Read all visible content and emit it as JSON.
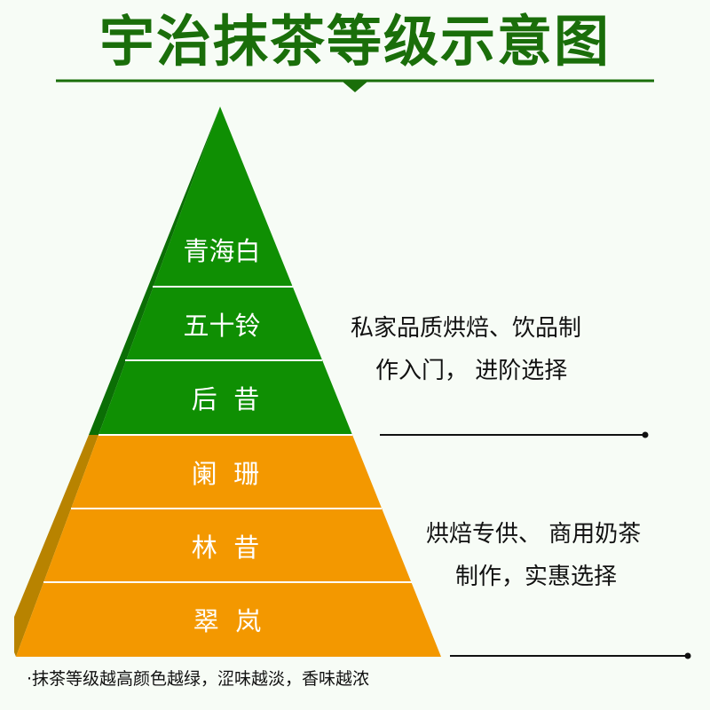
{
  "title": "宇治抹茶等级示意图",
  "tiers": [
    {
      "label": "青海白",
      "group": "high"
    },
    {
      "label": "五十铃",
      "group": "high"
    },
    {
      "label": "后  昔",
      "group": "high"
    },
    {
      "label": "阑  珊",
      "group": "standard"
    },
    {
      "label": "林  昔",
      "group": "standard"
    },
    {
      "label": "翠  岚",
      "group": "standard"
    }
  ],
  "descriptions": {
    "high": {
      "line1": "私家品质烘焙、饮品制",
      "line2": "作入门， 进阶选择"
    },
    "standard": {
      "line1": "烘焙专供、 商用奶茶",
      "line2": "制作，实惠选择"
    }
  },
  "note": "·抹茶等级越高颜色越绿，涩味越淡，香味越浓",
  "colors": {
    "title": "#1a6e0a",
    "green": "#0f8f03",
    "green_side": "#0b6e05",
    "orange": "#f39800",
    "orange_side": "#b88300"
  }
}
